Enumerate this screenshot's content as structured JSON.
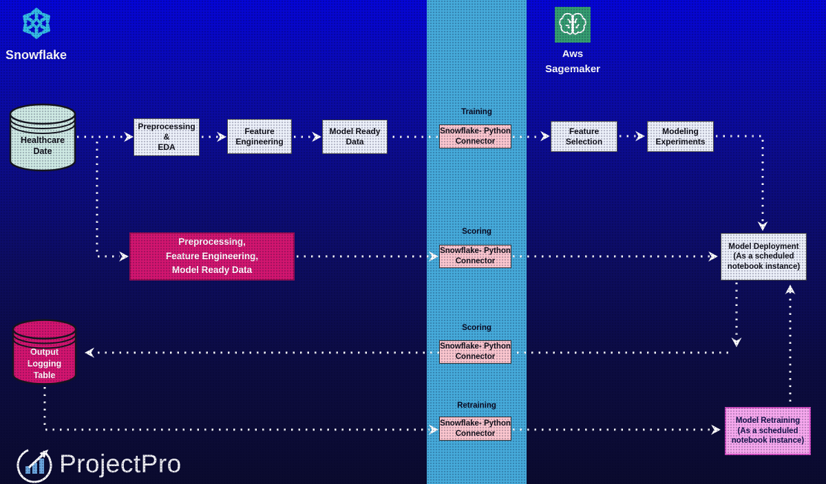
{
  "brands": {
    "snowflake": {
      "label": "Snowflake"
    },
    "sagemaker": {
      "label": "Aws\nSagemaker"
    }
  },
  "nodes": {
    "healthcare_db": "Healthcare\nDate",
    "preprocessing_eda": "Preprocessing\n&\nEDA",
    "feature_engineering": "Feature\nEngineering",
    "model_ready_data": "Model Ready\nData",
    "feature_selection": "Feature\nSelection",
    "modeling_experiments": "Modeling\nExperiments",
    "pipeline_combined": "Preprocessing,\nFeature Engineering,\nModel Ready Data",
    "model_deployment": "Model Deployment\n(As a scheduled\nnotebook instance)",
    "output_logging_table": "Output\nLogging\nTable",
    "model_retraining": "Model Retraining\n(As a scheduled\nnotebook instance)"
  },
  "connector_lanes": [
    {
      "label": "Training",
      "box": "Snowflake- Python\nConnector"
    },
    {
      "label": "Scoring",
      "box": "Snowflake- Python\nConnector"
    },
    {
      "label": "Scoring",
      "box": "Snowflake- Python\nConnector"
    },
    {
      "label": "Retraining",
      "box": "Snowflake- Python\nConnector"
    }
  ],
  "footer": {
    "logo_text": "ProjectPro"
  },
  "icons": {
    "snowflake": "snowflake-icon",
    "sagemaker": "brain-icon",
    "projectpro": "chart-growth-icon"
  },
  "colors": {
    "background_top": "#0505d8",
    "background_bottom": "#0b0b2e",
    "band_blue": "#46abdb",
    "node_white": "#edf1fa",
    "connector_pink": "#fcc7cf",
    "magenta": "#d31570",
    "retraining_pink": "#f8a9ef",
    "cylinder_teal": "#cfeae4",
    "snowflake_cyan": "#35bfe8",
    "sagemaker_green": "#359d72",
    "arrow_white": "#ffffff"
  }
}
